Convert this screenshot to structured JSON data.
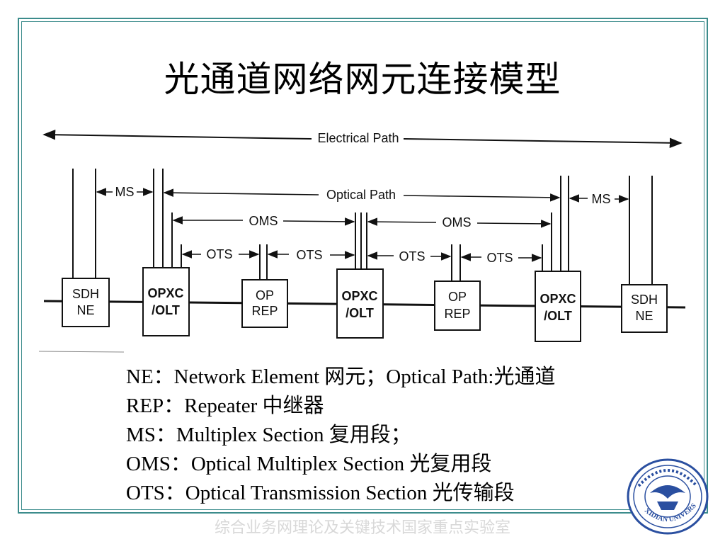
{
  "title": "光通道网络网元连接模型",
  "diagram": {
    "electrical_path_label": "Electrical Path",
    "optical_path_label": "Optical Path",
    "ms_label": "MS",
    "oms_label": "OMS",
    "ots_label": "OTS",
    "nodes": [
      {
        "line1": "SDH",
        "line2": "NE"
      },
      {
        "line1": "OPXC",
        "line2": "/OLT"
      },
      {
        "line1": "OP",
        "line2": "REP"
      },
      {
        "line1": "OPXC",
        "line2": "/OLT"
      },
      {
        "line1": "OP",
        "line2": "REP"
      },
      {
        "line1": "OPXC",
        "line2": "/OLT"
      },
      {
        "line1": "SDH",
        "line2": "NE"
      }
    ]
  },
  "legend": [
    "NE：Network Element 网元；Optical Path:光通道",
    "REP：Repeater 中继器",
    "MS：Multiplex Section 复用段；",
    "OMS：Optical Multiplex Section 光复用段",
    "OTS：Optical Transmission  Section 光传输段"
  ],
  "footer": "综合业务网理论及关键技术国家重点实验室",
  "logo": {
    "icon": "xidian-university-seal-icon",
    "text": "XIDIAN UNIVERSITY",
    "color": "#2a4fa0"
  },
  "colors": {
    "frame": "#3c8c8c",
    "footer_text": "#d8d8d8"
  }
}
